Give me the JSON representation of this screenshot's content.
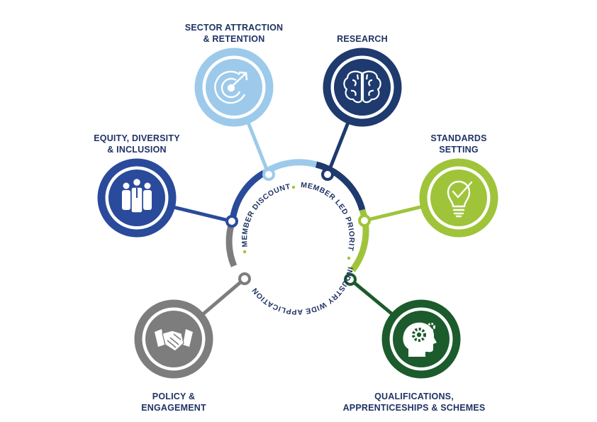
{
  "colors": {
    "navy": "#1f3364",
    "dark_navy": "#1e3a6e",
    "royal_blue": "#2a4a9b",
    "light_blue": "#9dcaea",
    "lime": "#9fc43a",
    "dark_green": "#1c5b2c",
    "grey": "#7d7d7d",
    "dot": "#9fc43a"
  },
  "ring": {
    "segments": [
      "MEMBER DISCOUNTS",
      "MEMBER LED PRIORITIES",
      "INDUSTRY WIDE APPLICATION"
    ]
  },
  "nodes": [
    {
      "id": "sector",
      "label_lines": [
        "SECTOR ATTRACTION",
        "& RETENTION"
      ],
      "icon": "target-arrow-icon",
      "color": "#9dcaea"
    },
    {
      "id": "research",
      "label_lines": [
        "RESEARCH"
      ],
      "icon": "brain-icon",
      "color": "#1e3a6e"
    },
    {
      "id": "equity",
      "label_lines": [
        "EQUITY, DIVERSITY",
        "& INCLUSION"
      ],
      "icon": "people-group-icon",
      "color": "#2a4a9b"
    },
    {
      "id": "standards",
      "label_lines": [
        "STANDARDS",
        "SETTING"
      ],
      "icon": "lightbulb-check-icon",
      "color": "#9fc43a"
    },
    {
      "id": "policy",
      "label_lines": [
        "POLICY &",
        "ENGAGEMENT"
      ],
      "icon": "handshake-icon",
      "color": "#7d7d7d"
    },
    {
      "id": "qualifications",
      "label_lines": [
        "QUALIFICATIONS,",
        "APPRENTICESHIPS & SCHEMES"
      ],
      "icon": "head-gears-icon",
      "color": "#1c5b2c"
    }
  ]
}
